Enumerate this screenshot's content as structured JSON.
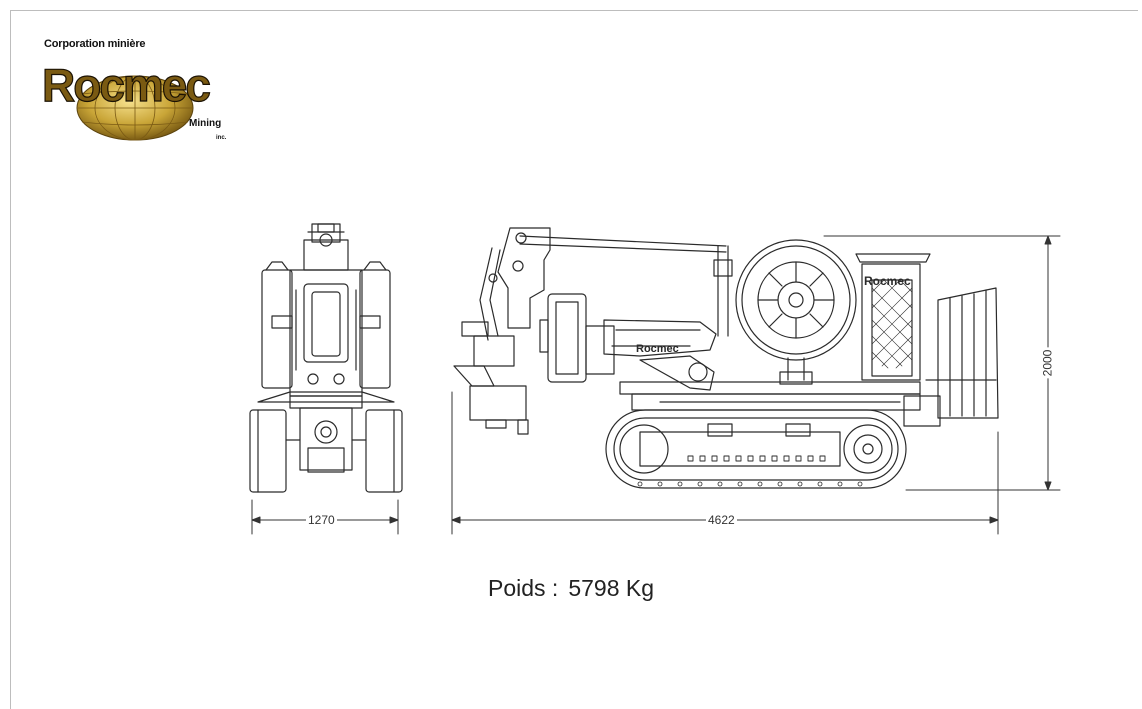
{
  "logo": {
    "corporation": "Corporation minière",
    "brand": "Rocmec",
    "mining": "Mining",
    "inc": "inc."
  },
  "machine_labels": {
    "cab_text": "Rocmec",
    "boom_text": "Rocmec"
  },
  "dimensions": {
    "width": "1270",
    "length": "4622",
    "height": "2000"
  },
  "weight": {
    "label": "Poids :",
    "value": "5798 Kg"
  },
  "colors": {
    "line": "#2b2b2b",
    "logo_gold": "#c9a537",
    "logo_dark": "#1b1204"
  }
}
